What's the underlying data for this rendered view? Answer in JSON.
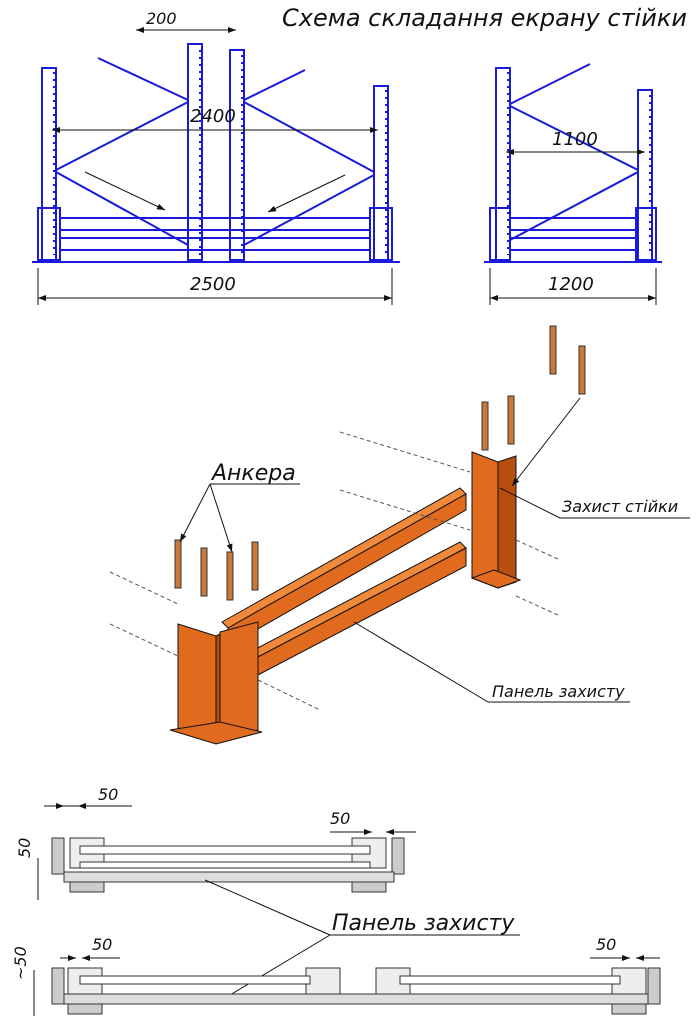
{
  "title": "Схема складання екрану стійки",
  "front_view": {
    "dim_top": "200",
    "dim_inner": "2400",
    "dim_total": "2500"
  },
  "side_view": {
    "dim_inner": "1100",
    "dim_total": "1200"
  },
  "iso_view": {
    "label_anchors": "Анкера",
    "label_post_guard": "Захист стійки",
    "label_panel": "Панель захисту"
  },
  "plan_views": {
    "label_panel": "Панель захисту",
    "top": {
      "dim_left": "50",
      "dim_right": "50",
      "dim_side": "50"
    },
    "bottom": {
      "dim_left": "50",
      "dim_right": "50",
      "dim_side": "~50"
    }
  },
  "colors": {
    "frame": "#1a1adb",
    "guard": "#e06a1e",
    "guard_dark": "#b84d10",
    "line": "#111111"
  }
}
